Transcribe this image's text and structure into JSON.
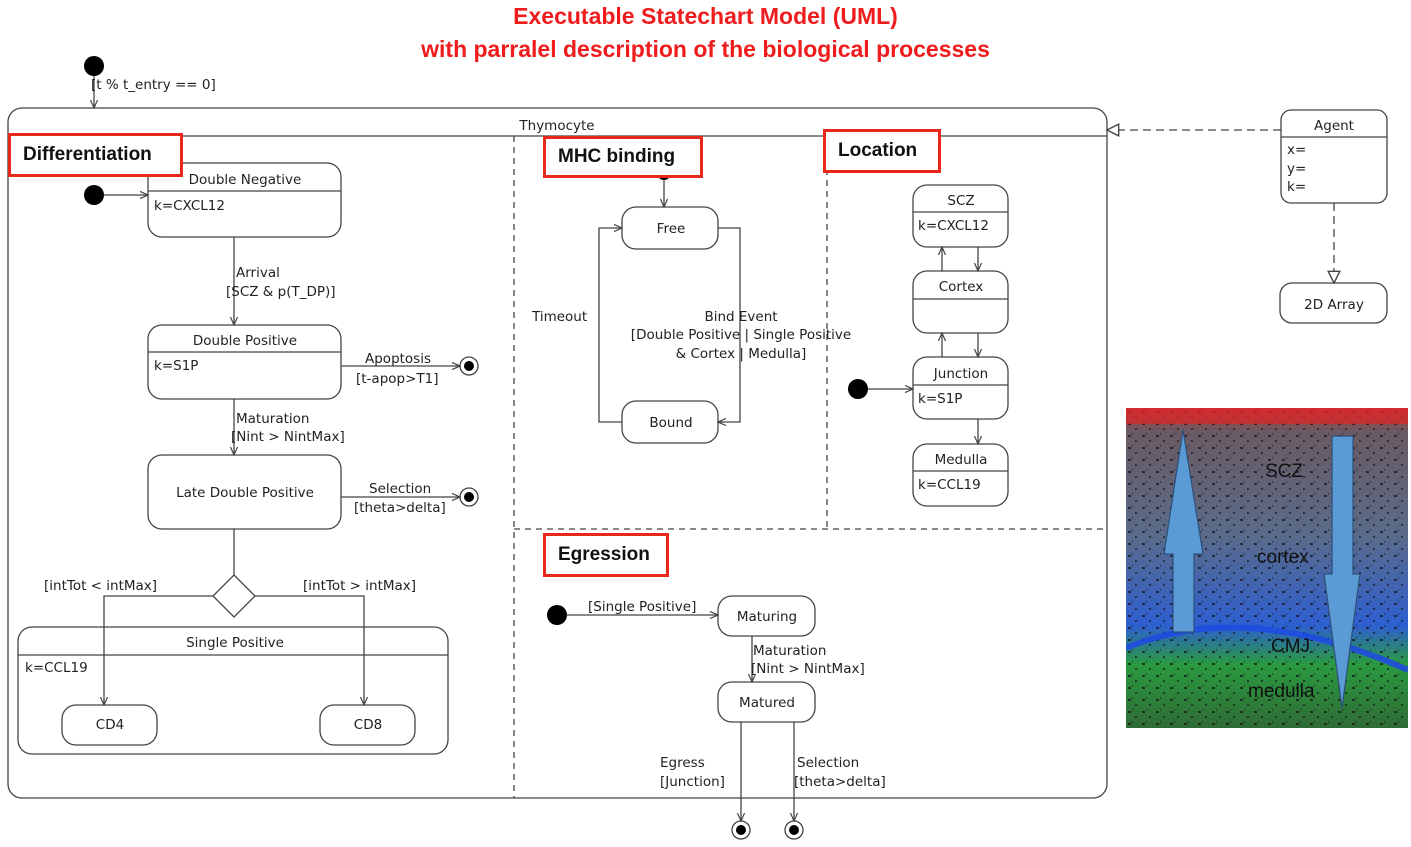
{
  "header": {
    "title_line1": "Executable Statechart Model (UML)",
    "title_line2": "with parralel description of the biological processes"
  },
  "colors": {
    "highlight": "#e8281c",
    "title": "#ee1c1c",
    "line": "#444444"
  },
  "initial_guard": "[t % t_entry == 0]",
  "thymocyte": {
    "name": "Thymocyte"
  },
  "agent": {
    "name": "Agent",
    "attributes": [
      "x=",
      "y=",
      "k="
    ]
  },
  "array": {
    "name": "2D Array"
  },
  "regions": {
    "differentiation": "Differentiation",
    "mhc_binding": "MHC binding",
    "location": "Location",
    "egression": "Egression"
  },
  "differentiation": {
    "double_negative": {
      "name": "Double Negative",
      "body": "k=CXCL12"
    },
    "arrival": {
      "event": "Arrival",
      "guard": "[SCZ & p(T_DP)]"
    },
    "double_positive": {
      "name": "Double Positive",
      "body": "k=S1P"
    },
    "apoptosis": {
      "event": "Apoptosis",
      "guard": "[t-apop>T1]"
    },
    "maturation": {
      "event": "Maturation",
      "guard": "[Nint > NintMax]"
    },
    "late_double_positive": {
      "name": "Late Double Positive"
    },
    "selection": {
      "event": "Selection",
      "guard": "[theta>delta]"
    },
    "guard_left": "[intTot < intMax]",
    "guard_right": "[intTot > intMax]",
    "single_positive": {
      "name": "Single Positive",
      "body": "k=CCL19"
    },
    "cd4": "CD4",
    "cd8": "CD8"
  },
  "mhc": {
    "free": "Free",
    "bound": "Bound",
    "timeout": "Timeout",
    "bind_event": "Bind Event",
    "bind_guard_1": "[Double Positive | Single Positive",
    "bind_guard_2": "& Cortex | Medulla]"
  },
  "location": {
    "scz": {
      "name": "SCZ",
      "body": "k=CXCL12"
    },
    "cortex": {
      "name": "Cortex"
    },
    "junction": {
      "name": "Junction",
      "body": "k=S1P"
    },
    "medulla": {
      "name": "Medulla",
      "body": "k=CCL19"
    }
  },
  "egression": {
    "entry_guard": "[Single Positive]",
    "maturing": "Maturing",
    "maturation_event": "Maturation",
    "maturation_guard": "[Nint > NintMax]",
    "matured": "Matured",
    "egress_event": "Egress",
    "egress_guard": "[Junction]",
    "selection_event": "Selection",
    "selection_guard": "[theta>delta]"
  },
  "bio_image": {
    "scz": "SCZ",
    "cortex": "cortex",
    "cmj": "CMJ",
    "medulla": "medulla"
  }
}
